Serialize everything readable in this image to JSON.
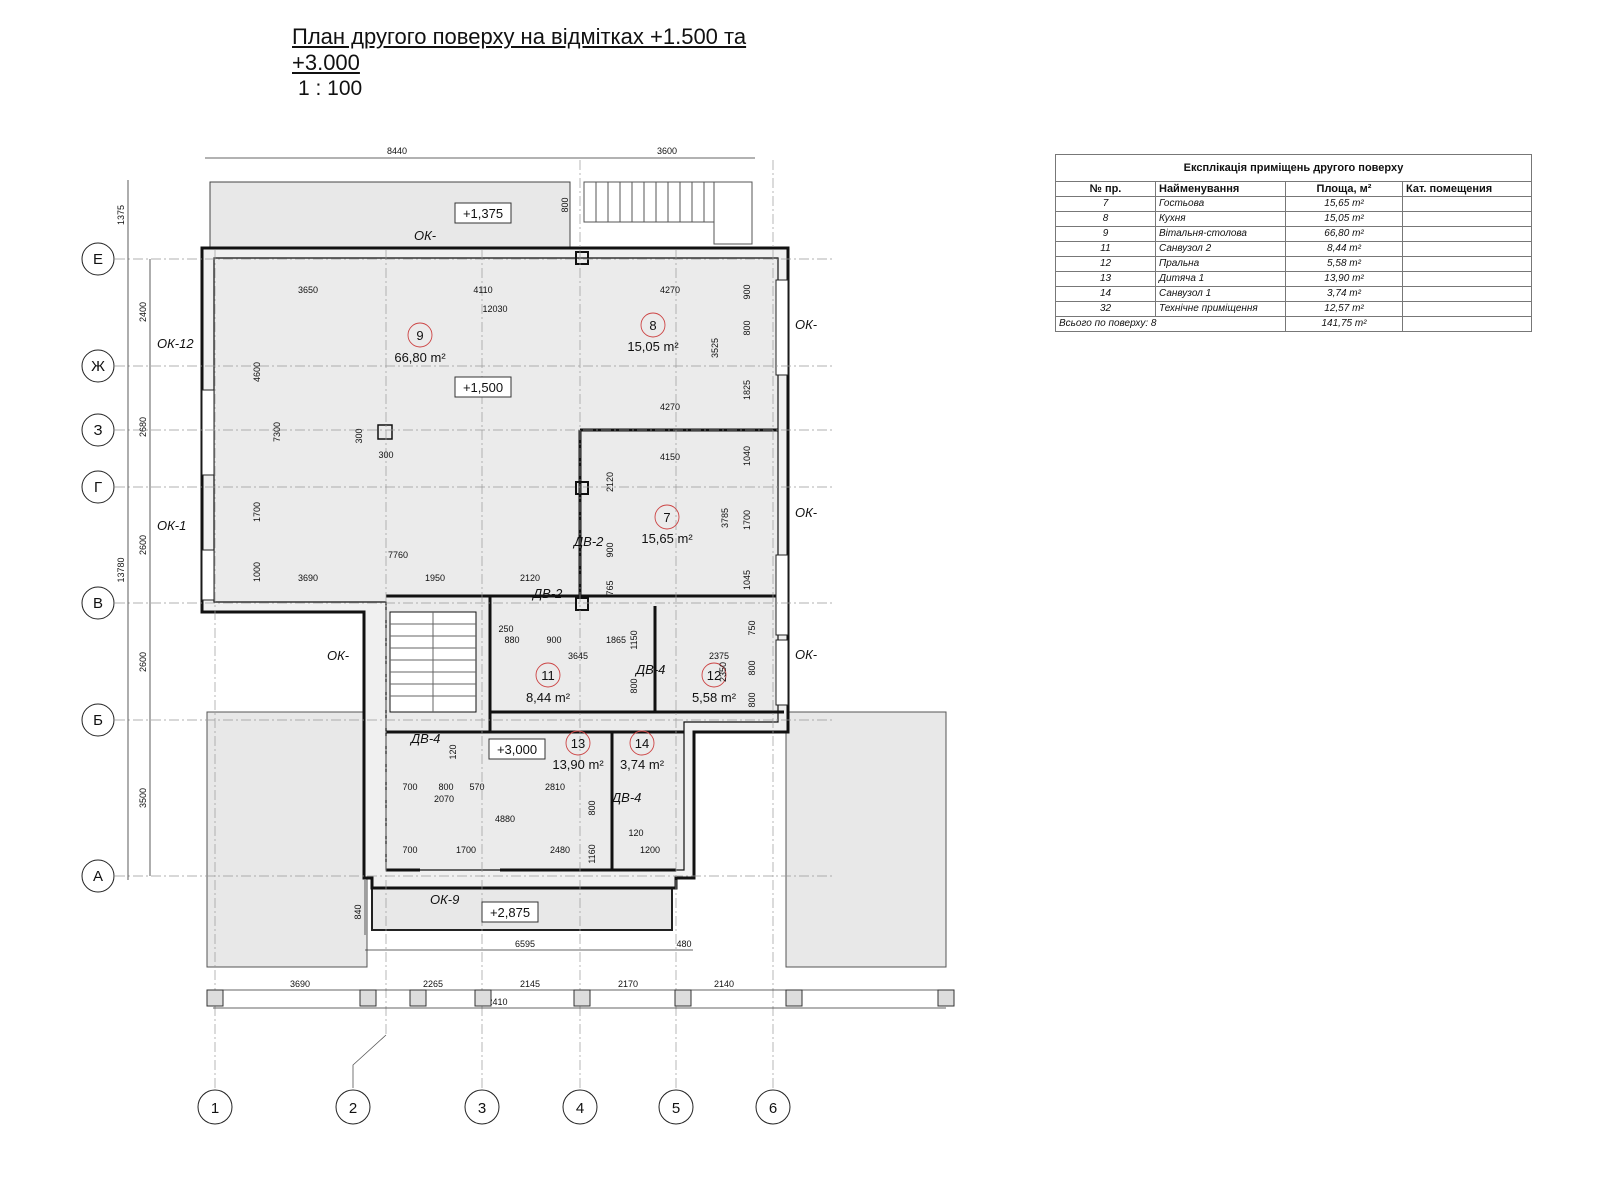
{
  "title": {
    "line1": "План другого поверху на відмітках +1.500 та",
    "line2": "+3.000",
    "scale": "1 : 100"
  },
  "schedule": {
    "title": "Експлікація приміщень другого поверху",
    "headers": [
      "№ пр.",
      "Найменування",
      "Площа, м²",
      "Кат. помещения"
    ],
    "rows": [
      [
        "7",
        "Гостьова",
        "15,65 m²",
        ""
      ],
      [
        "8",
        "Кухня",
        "15,05 m²",
        ""
      ],
      [
        "9",
        "Вітальня-столова",
        "66,80 m²",
        ""
      ],
      [
        "11",
        "Санвузол 2",
        "8,44 m²",
        ""
      ],
      [
        "12",
        "Пральна",
        "5,58 m²",
        ""
      ],
      [
        "13",
        "Дитяча 1",
        "13,90 m²",
        ""
      ],
      [
        "14",
        "Санвузол 1",
        "3,74 m²",
        ""
      ],
      [
        "32",
        "Технічне приміщення",
        "12,57 m²",
        ""
      ]
    ],
    "total_label": "Всього по поверху: 8",
    "total_area": "141,75 m²"
  },
  "axes_rows": [
    "Е",
    "Ж",
    "З",
    "Г",
    "В",
    "Б",
    "А"
  ],
  "axes_cols": [
    "1",
    "2",
    "3",
    "4",
    "5",
    "6"
  ],
  "rooms": [
    {
      "num": "9",
      "area": "66,80 m²"
    },
    {
      "num": "8",
      "area": "15,05 m²"
    },
    {
      "num": "7",
      "area": "15,65 m²"
    },
    {
      "num": "11",
      "area": "8,44 m²"
    },
    {
      "num": "12",
      "area": "5,58 m²"
    },
    {
      "num": "13",
      "area": "13,90 m²"
    },
    {
      "num": "14",
      "area": "3,74 m²"
    }
  ],
  "levels": [
    "+1,375",
    "+1,500",
    "+3,000",
    "+2,875"
  ],
  "windows": [
    "ОК-",
    "ОК-12",
    "ОК-1",
    "ОК-",
    "ОК-",
    "ОК-",
    "ОК-",
    "ОК-9"
  ],
  "doors": [
    "ДВ-2",
    "ДВ-2",
    "ДВ-4",
    "ДВ-4",
    "ДВ-4"
  ],
  "dims_top": [
    "8440",
    "3600"
  ],
  "dims_bottom": [
    "3690",
    "2265",
    "2145",
    "2170",
    "2140",
    "12410",
    "6595",
    "480"
  ],
  "dims_left": [
    "1375",
    "2400",
    "2680",
    "2600",
    "13780",
    "2600",
    "3500",
    "840"
  ],
  "dims_inner": [
    "3650",
    "4110",
    "4270",
    "12030",
    "4600",
    "7300",
    "1700",
    "1000",
    "3690",
    "7760",
    "1950",
    "2120",
    "4270",
    "4150",
    "900",
    "800",
    "3525",
    "1825",
    "1040",
    "1700",
    "3785",
    "1045",
    "2120",
    "900",
    "765",
    "300",
    "300",
    "800",
    "250",
    "880",
    "900",
    "1865",
    "1150",
    "3645",
    "2375",
    "750",
    "800",
    "800",
    "2350",
    "800",
    "120",
    "700",
    "800",
    "570",
    "2070",
    "2810",
    "4880",
    "800",
    "120",
    "700",
    "1700",
    "2480",
    "1160",
    "1200"
  ]
}
